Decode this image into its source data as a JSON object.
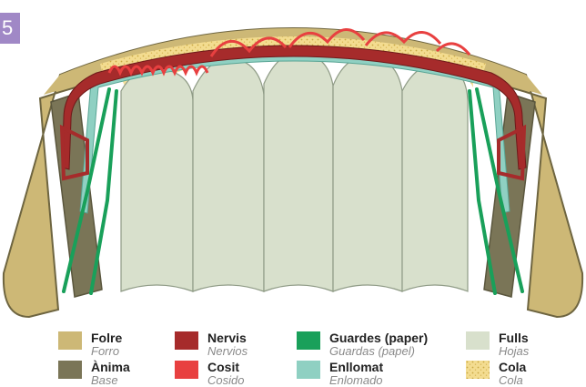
{
  "figure_number": "5",
  "colors": {
    "folre": "#cdb876",
    "anima": "#7a7557",
    "nervis": "#a62b2b",
    "cosit": "#e84040",
    "guardes": "#19a05a",
    "enllomat": "#8fd0c2",
    "fulls": "#d8e0cc",
    "cola": "#f0d98a"
  },
  "legend": [
    {
      "label": "Folre",
      "sublabel": "Forro",
      "color": "#cdb876"
    },
    {
      "label": "Ànima",
      "sublabel": "Base",
      "color": "#7a7557"
    },
    {
      "label": "Nervis",
      "sublabel": "Nervios",
      "color": "#a62b2b"
    },
    {
      "label": "Cosit",
      "sublabel": "Cosido",
      "color": "#e84040"
    },
    {
      "label": "Guardes (paper)",
      "sublabel": "Guardas (papel)",
      "color": "#19a05a"
    },
    {
      "label": "Enllomat",
      "sublabel": "Enlomado",
      "color": "#8fd0c2"
    },
    {
      "label": "Fulls",
      "sublabel": "Hojas",
      "color": "#d8e0cc"
    },
    {
      "label": "Cola",
      "sublabel": "Cola",
      "color": "#f0d98a"
    }
  ]
}
